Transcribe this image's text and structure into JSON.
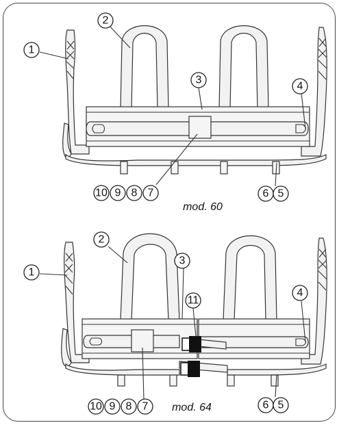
{
  "figure1": {
    "model_label": "mod. 60",
    "callouts": {
      "c1": "1",
      "c2": "2",
      "c3": "3",
      "c4": "4",
      "c5": "5",
      "c6": "6",
      "c7": "7",
      "c8": "8",
      "c9": "9",
      "c10": "10"
    }
  },
  "figure2": {
    "model_label": "mod. 64",
    "callouts": {
      "c1": "1",
      "c2": "2",
      "c3": "3",
      "c4": "4",
      "c5": "5",
      "c6": "6",
      "c7": "7",
      "c8": "8",
      "c9": "9",
      "c10": "10",
      "c11": "11"
    }
  }
}
